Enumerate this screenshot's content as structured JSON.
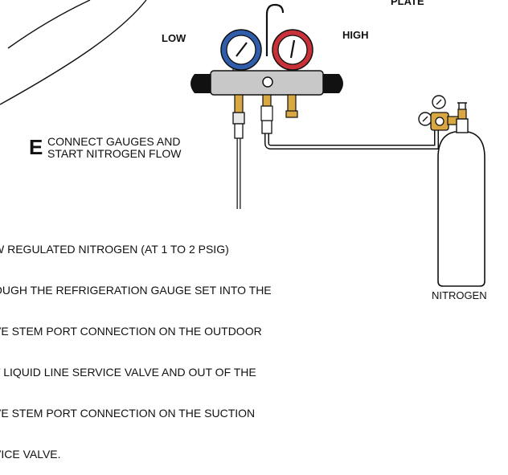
{
  "labels": {
    "plate": "PLATE",
    "low": "LOW",
    "high": "HIGH",
    "nitrogen": "NITROGEN"
  },
  "step": {
    "letter": "E",
    "line1": "CONNECT GAUGES AND",
    "line2": "START NITROGEN FLOW"
  },
  "instructions": [
    "W REGULATED NITROGEN (AT 1 TO 2 PSIG)",
    "OUGH THE REFRIGERATION GAUGE SET INTO THE",
    "VE STEM PORT CONNECTION ON THE OUTDOOR",
    "T LIQUID LINE SERVICE VALVE AND OUT OF THE",
    "VE STEM PORT CONNECTION ON THE SUCTION",
    "VICE VALVE."
  ],
  "colors": {
    "low_gauge_ring": "#2f5dab",
    "high_gauge_ring": "#c8313a",
    "manifold_body": "#c8c8c8",
    "brass": "#d9a843",
    "line": "#111111"
  }
}
